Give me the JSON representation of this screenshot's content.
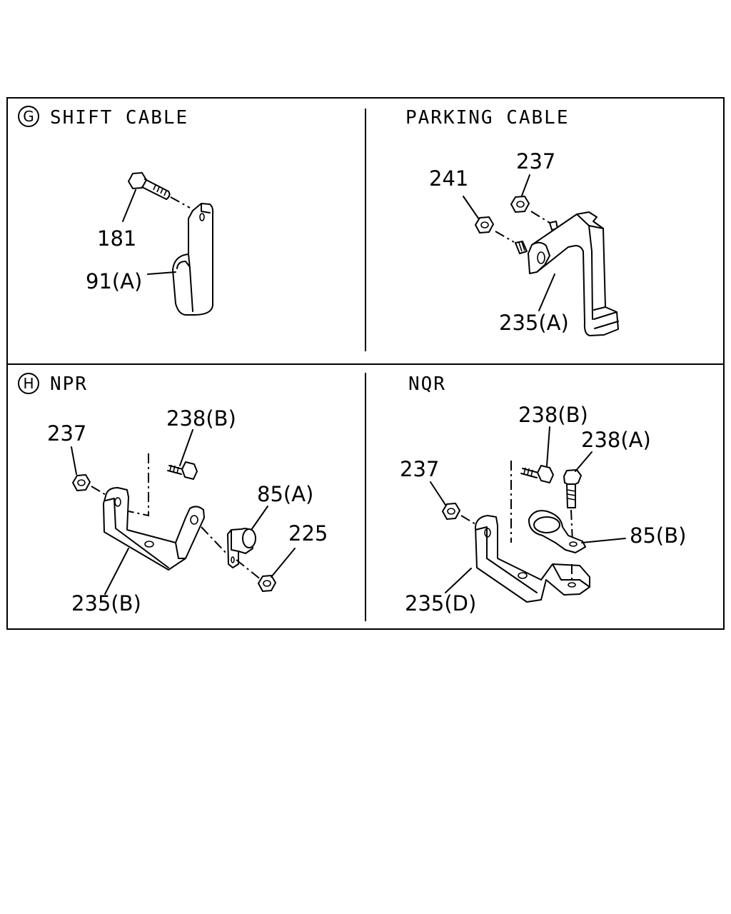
{
  "panels": {
    "shift": {
      "marker": "G",
      "title": "SHIFT CABLE",
      "labels": {
        "bolt": "181",
        "bracket": "91(A)"
      }
    },
    "parking": {
      "title": "PARKING CABLE",
      "labels": {
        "nut_a": "241",
        "nut_b": "237",
        "bracket": "235(A)"
      }
    },
    "npr": {
      "marker": "H",
      "title": "NPR",
      "labels": {
        "nut": "237",
        "bolt": "238(B)",
        "clamp": "85(A)",
        "nut2": "225",
        "bracket": "235(B)"
      }
    },
    "nqr": {
      "title": "NQR",
      "labels": {
        "bolt_b": "238(B)",
        "bolt_a": "238(A)",
        "nut": "237",
        "clamp": "85(B)",
        "bracket": "235(D)"
      }
    }
  }
}
